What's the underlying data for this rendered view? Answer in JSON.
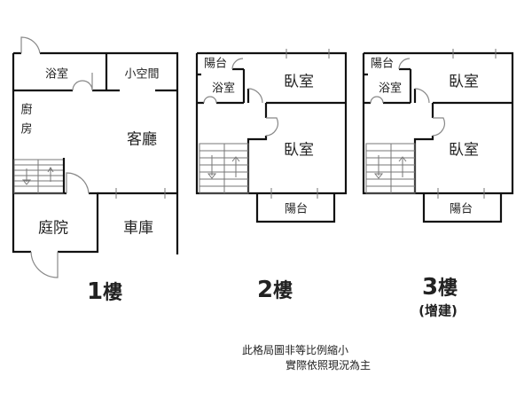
{
  "floor1": {
    "title_num": "1",
    "title_suffix": "樓",
    "rooms": {
      "bath": "浴室",
      "small_space": "小空間",
      "kitchen_1": "廚",
      "kitchen_2": "房",
      "living": "客廳",
      "courtyard": "庭院",
      "garage": "車庫"
    }
  },
  "floor2": {
    "title_num": "2",
    "title_suffix": "樓",
    "rooms": {
      "balcony_top": "陽台",
      "bath": "浴室",
      "bedroom_1": "臥室",
      "bedroom_2": "臥室",
      "balcony_bottom": "陽台"
    }
  },
  "floor3": {
    "title_num": "3",
    "title_suffix": "樓",
    "subtitle": "(增建)",
    "rooms": {
      "balcony_top": "陽台",
      "bath": "浴室",
      "bedroom_1": "臥室",
      "bedroom_2": "臥室",
      "balcony_bottom": "陽台"
    }
  },
  "notes": {
    "line1": "此格局圖非等比例縮小",
    "line2": "實際依照現況為主"
  }
}
